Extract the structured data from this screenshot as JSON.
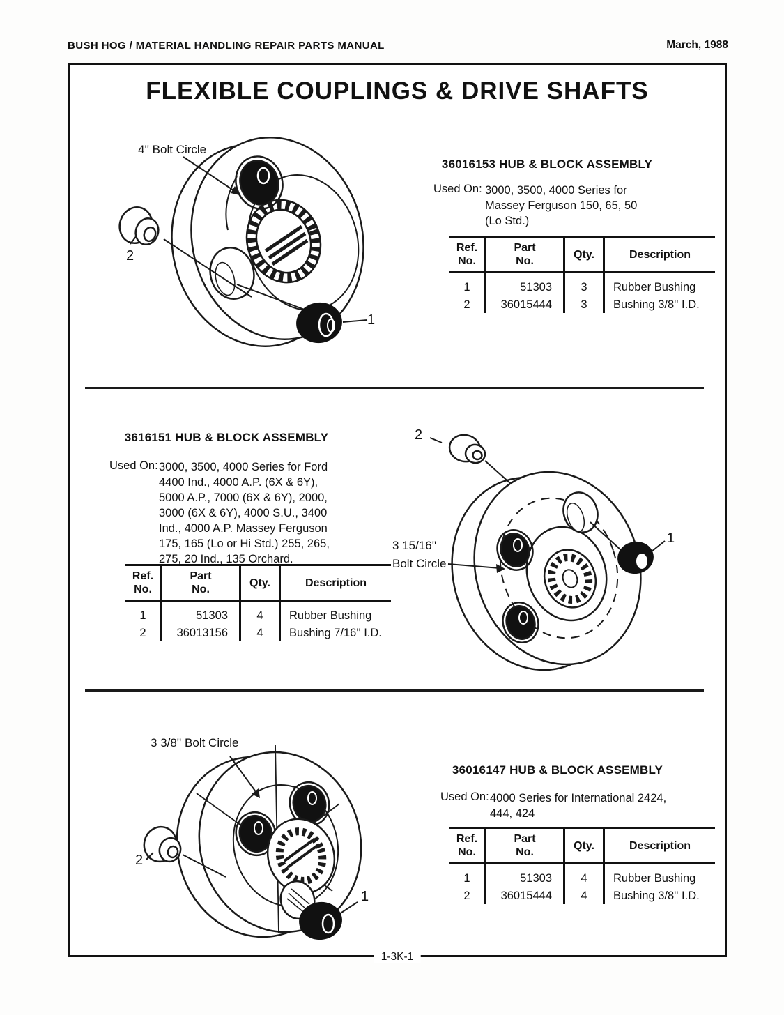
{
  "header": {
    "manual_title": "BUSH HOG / MATERIAL HANDLING REPAIR PARTS MANUAL",
    "date": "March, 1988"
  },
  "page_title": "FLEXIBLE COUPLINGS & DRIVE SHAFTS",
  "footer": {
    "page_code": "1-3K-1"
  },
  "table_labels": {
    "ref_no": "Ref.\nNo.",
    "part_no": "Part\nNo.",
    "qty": "Qty.",
    "description": "Description"
  },
  "sections": [
    {
      "title": "36016153 HUB & BLOCK ASSEMBLY",
      "used_on_label": "Used On:",
      "used_on": "3000, 3500, 4000 Series for\nMassey Ferguson 150, 65, 50\n(Lo Std.)",
      "diagram": {
        "bolt_circle_label": "4'' Bolt Circle",
        "callout_one": "1",
        "callout_two": "2"
      },
      "rows": [
        {
          "ref": "1",
          "part": "51303",
          "qty": "3",
          "desc": "Rubber Bushing"
        },
        {
          "ref": "2",
          "part": "36015444",
          "qty": "3",
          "desc": "Bushing 3/8'' I.D."
        }
      ]
    },
    {
      "title": "3616151 HUB & BLOCK ASSEMBLY",
      "used_on_label": "Used On:",
      "used_on": "3000, 3500, 4000 Series for Ford\n4400 Ind., 4000 A.P. (6X & 6Y),\n5000 A.P., 7000 (6X & 6Y), 2000,\n3000 (6X & 6Y), 4000 S.U., 3400\nInd., 4000 A.P. Massey Ferguson\n175, 165 (Lo or Hi Std.) 255, 265,\n275, 20 Ind., 135 Orchard.",
      "diagram": {
        "bolt_circle_label": "3 15/16''\nBolt Circle",
        "callout_one": "1",
        "callout_two": "2"
      },
      "rows": [
        {
          "ref": "1",
          "part": "51303",
          "qty": "4",
          "desc": "Rubber Bushing"
        },
        {
          "ref": "2",
          "part": "36013156",
          "qty": "4",
          "desc": "Bushing 7/16'' I.D."
        }
      ]
    },
    {
      "title": "36016147 HUB & BLOCK ASSEMBLY",
      "used_on_label": "Used On:",
      "used_on": "4000 Series for International 2424,\n444, 424",
      "diagram": {
        "bolt_circle_label": "3 3/8'' Bolt Circle",
        "callout_one": "1",
        "callout_two": "2"
      },
      "rows": [
        {
          "ref": "1",
          "part": "51303",
          "qty": "4",
          "desc": "Rubber Bushing"
        },
        {
          "ref": "2",
          "part": "36015444",
          "qty": "4",
          "desc": "Bushing 3/8'' I.D."
        }
      ]
    }
  ]
}
